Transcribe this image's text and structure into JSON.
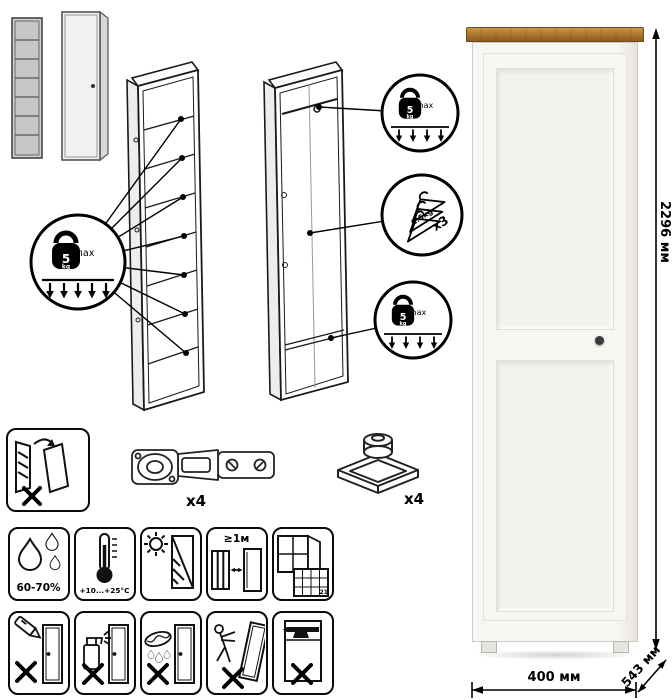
{
  "badges": {
    "shelf": {
      "weight": "5",
      "unit": "kg",
      "qualifier": "max"
    },
    "rod_top": {
      "weight": "5",
      "unit": "kg",
      "qualifier": "max"
    },
    "hanger": {
      "load": "1.5kg",
      "count": "x3"
    },
    "rod_bottom": {
      "weight": "5",
      "unit": "kg",
      "qualifier": "max"
    }
  },
  "hardware": {
    "hinge_count": "x4",
    "foot_count": "x4"
  },
  "care": {
    "humidity": "60-70%",
    "temperature": "+10...+25°C",
    "min_distance": "≥1м",
    "calendar_day": "21"
  },
  "dimensions": {
    "height": "2296 мм",
    "width": "400 мм",
    "depth": "543 мм"
  }
}
